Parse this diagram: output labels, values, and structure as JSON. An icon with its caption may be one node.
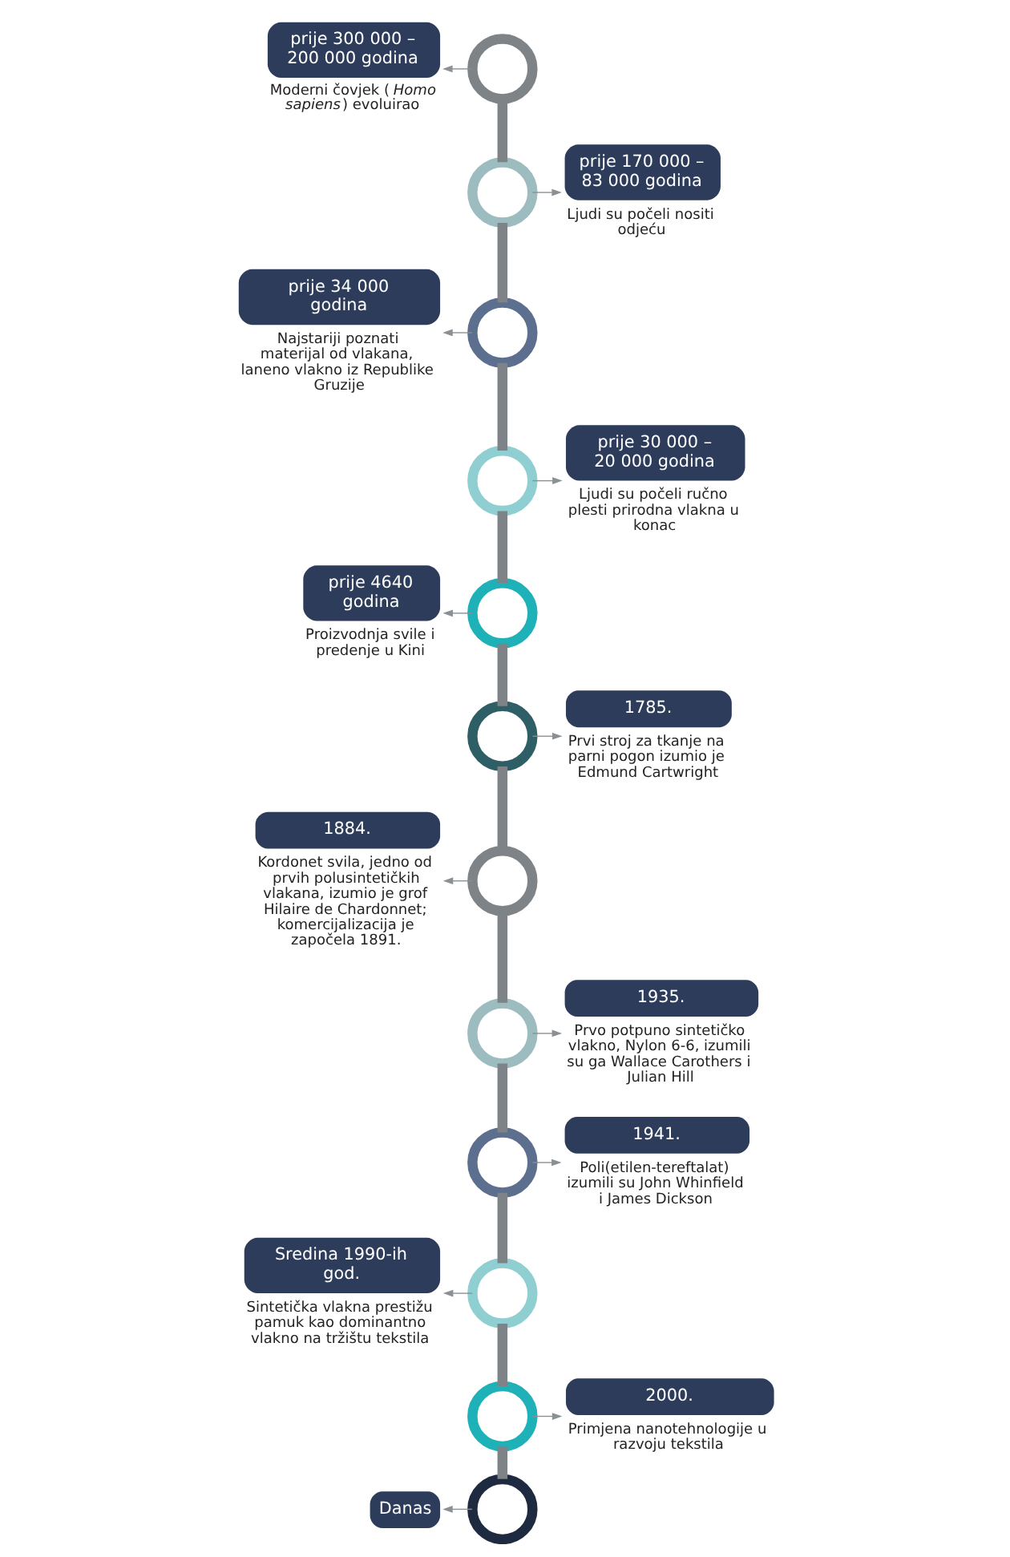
{
  "diagram": {
    "nodes": [
      {
        "text": [],
        "shape": "circle"
      },
      {
        "text": [],
        "shape": "circle"
      },
      {
        "text": [],
        "shape": "circle"
      },
      {
        "text": [],
        "shape": "circle"
      },
      {
        "text": [],
        "shape": "circle"
      },
      {
        "text": [],
        "shape": "circle"
      },
      {
        "text": [],
        "shape": "circle"
      },
      {
        "text": [],
        "shape": "circle"
      },
      {
        "text": [],
        "shape": "circle"
      },
      {
        "text": [],
        "shape": "circle"
      },
      {
        "text": [],
        "shape": "circle"
      },
      {
        "text": [],
        "shape": "circle"
      },
      {
        "text": [
          "prije 300 000 – 200 000 godina"
        ],
        "beside": [
          "Moderni čovjek (*Homo sapiens*) evoluirao"
        ]
      },
      {
        "text": [
          "prije 170 000 – 83 000 godina"
        ],
        "beside": [
          "Ljudi su počeli nositi odjeću"
        ]
      },
      {
        "text": [
          "prije 34 000 godina"
        ],
        "beside": [
          "Najstariji poznati materijal od vlakana, laneno vlakno iz Republike Gruzije"
        ]
      },
      {
        "text": [
          "prije 30 000 – 20 000 godina"
        ],
        "beside": [
          "Ljudi su počeli ručno plesti prirodna vlakna u konac"
        ]
      },
      {
        "text": [
          "prije 4640 godina"
        ],
        "beside": [
          "Proizvodnja svile i predenje u Kini"
        ]
      },
      {
        "text": [
          "1785."
        ],
        "beside": [
          "Prvi stroj za tkanje na parni pogon izumio je Edmund Cartwright"
        ]
      },
      {
        "text": [
          "1884."
        ],
        "beside": [
          "Kordonet svila, jedno od prvih polusintetičkih vlakana, izumio je grof Hilaire de Chardonnet; komercijalizacija je započela 1891."
        ]
      },
      {
        "text": [
          "1935."
        ],
        "beside": [
          "Prvo potpuno sintetičko vlakno, Nylon 6-6, izumili su ga Wallace Carothers i Julian Hill"
        ]
      },
      {
        "text": [
          "1941."
        ],
        "beside": [
          "Poli(etilen-tereftalat) izumili su John Whinfield i James Dickson"
        ]
      },
      {
        "text": [
          "Sredina 1990-ih god."
        ],
        "beside": [
          "Sintetička vlakna prestižu pamuk kao dominantno vlakno na tržištu tekstila"
        ]
      },
      {
        "text": [
          "2000."
        ],
        "beside": [
          "Primjena nanotehnologije u razvoju tekstila"
        ]
      },
      {
        "text": [
          "Danas"
        ]
      }
    ],
    "edges": [
      {
        "from": 0,
        "to": 1,
        "arrow": "none",
        "style": "thick"
      },
      {
        "from": 1,
        "to": 2,
        "arrow": "none",
        "style": "thick"
      },
      {
        "from": 2,
        "to": 3,
        "arrow": "none",
        "style": "thick"
      },
      {
        "from": 3,
        "to": 4,
        "arrow": "none",
        "style": "thick"
      },
      {
        "from": 4,
        "to": 5,
        "arrow": "none",
        "style": "thick"
      },
      {
        "from": 5,
        "to": 6,
        "arrow": "none",
        "style": "thick"
      },
      {
        "from": 6,
        "to": 7,
        "arrow": "none",
        "style": "thick"
      },
      {
        "from": 7,
        "to": 8,
        "arrow": "none",
        "style": "thick"
      },
      {
        "from": 8,
        "to": 9,
        "arrow": "none",
        "style": "thick"
      },
      {
        "from": 9,
        "to": 10,
        "arrow": "none",
        "style": "thick"
      },
      {
        "from": 10,
        "to": 11,
        "arrow": "none",
        "style": "thick"
      },
      {
        "from": 0,
        "to": 12,
        "arrow": "to"
      },
      {
        "from": 1,
        "to": 13,
        "arrow": "to"
      },
      {
        "from": 2,
        "to": 14,
        "arrow": "to"
      },
      {
        "from": 3,
        "to": 15,
        "arrow": "to"
      },
      {
        "from": 4,
        "to": 16,
        "arrow": "to"
      },
      {
        "from": 5,
        "to": 17,
        "arrow": "to"
      },
      {
        "from": 6,
        "to": 18,
        "arrow": "to"
      },
      {
        "from": 7,
        "to": 19,
        "arrow": "to"
      },
      {
        "from": 8,
        "to": 20,
        "arrow": "to"
      },
      {
        "from": 9,
        "to": 21,
        "arrow": "to"
      },
      {
        "from": 10,
        "to": 22,
        "arrow": "to"
      },
      {
        "from": 11,
        "to": 23,
        "arrow": "to"
      }
    ]
  }
}
